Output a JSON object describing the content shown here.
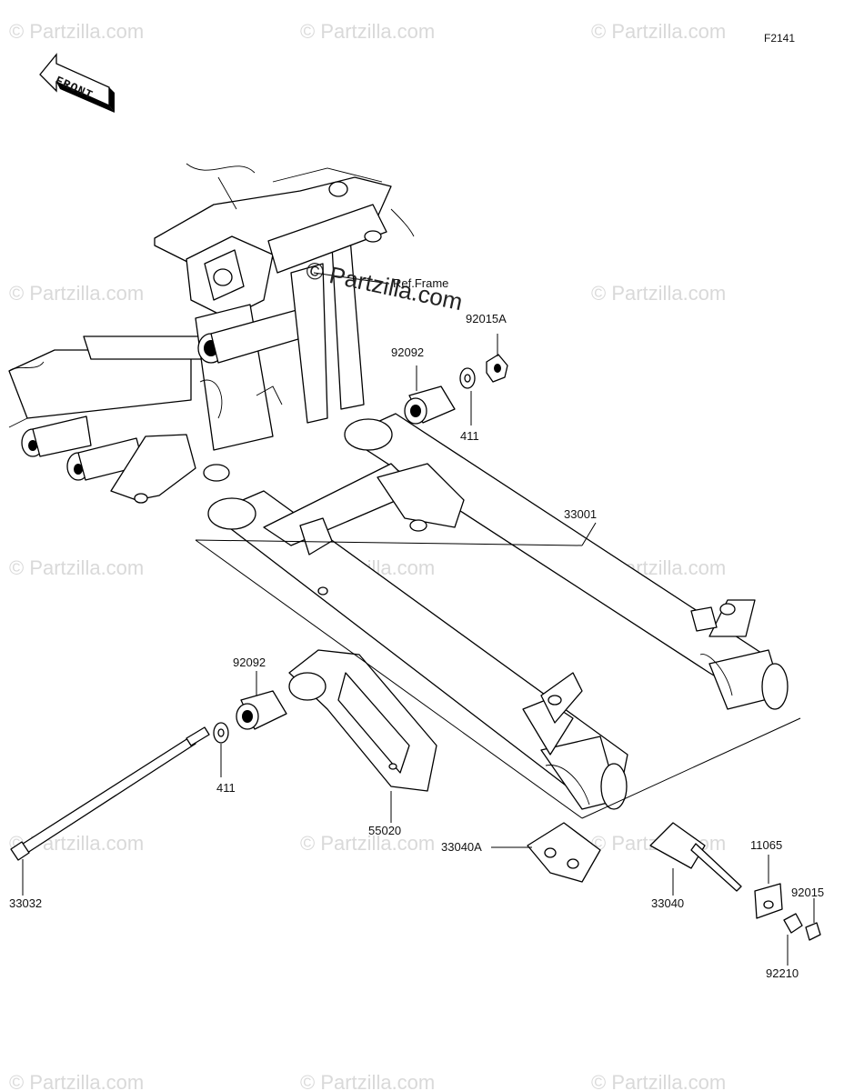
{
  "diagram": {
    "code": "F2141",
    "front_label": "FRONT",
    "ref_label": "Ref.Frame",
    "center_watermark": "© Partzilla.com",
    "watermark_text": "© Partzilla.com",
    "callouts": [
      {
        "id": "92015A",
        "text": "92015A"
      },
      {
        "id": "92092-top",
        "text": "92092"
      },
      {
        "id": "411-top",
        "text": "411"
      },
      {
        "id": "33001",
        "text": "33001"
      },
      {
        "id": "92092-mid",
        "text": "92092"
      },
      {
        "id": "411-mid",
        "text": "411"
      },
      {
        "id": "55020",
        "text": "55020"
      },
      {
        "id": "33040A",
        "text": "33040A"
      },
      {
        "id": "33032",
        "text": "33032"
      },
      {
        "id": "33040",
        "text": "33040"
      },
      {
        "id": "11065",
        "text": "11065"
      },
      {
        "id": "92015",
        "text": "92015"
      },
      {
        "id": "92210",
        "text": "92210"
      }
    ]
  }
}
